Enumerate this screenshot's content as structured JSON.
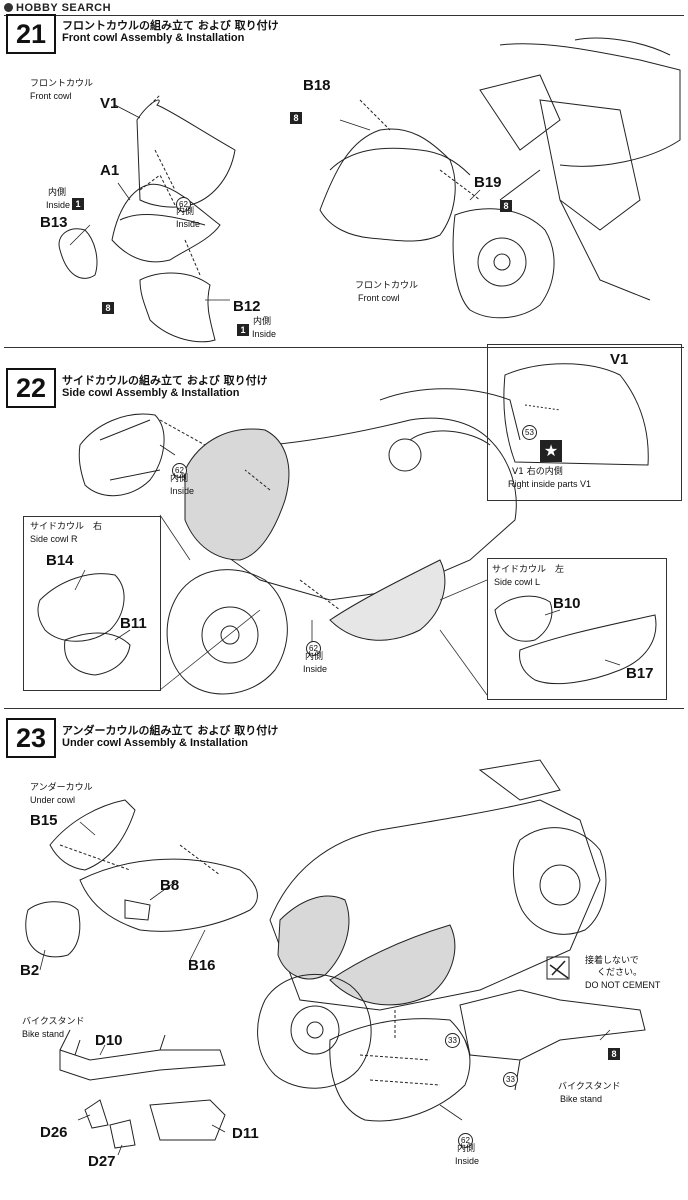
{
  "logo": {
    "text": "HOBBY SEARCH"
  },
  "steps": [
    {
      "number": "21",
      "title_jp": "フロントカウルの組み立て および 取り付け",
      "title_en": "Front cowl Assembly & Installation"
    },
    {
      "number": "22",
      "title_jp": "サイドカウルの組み立て および 取り付け",
      "title_en": "Side cowl Assembly & Installation"
    },
    {
      "number": "23",
      "title_jp": "アンダーカウルの組み立て および 取り付け",
      "title_en": "Under cowl Assembly & Installation"
    }
  ],
  "step21": {
    "front_cowl_jp": "フロントカウル",
    "front_cowl_en": "Front cowl",
    "parts": {
      "v1": "V1",
      "a1": "A1",
      "b13": "B13",
      "b12": "B12",
      "b18": "B18",
      "b19": "B19"
    },
    "inside_jp": "内側",
    "inside_en": "Inside",
    "sq1": "1",
    "sq8": "8",
    "circ62": "62",
    "front_cowl_jp_2": "フロントカウル",
    "front_cowl_en_2": "Front cowl"
  },
  "step22": {
    "inset_v1": {
      "part": "V1",
      "circ": "53",
      "label_jp": "V1 右の内側",
      "label_en": "Right inside parts V1"
    },
    "side_cowl_r": {
      "jp": "サイドカウル　右",
      "en": "Side cowl R",
      "parts": [
        "B14",
        "B11"
      ]
    },
    "side_cowl_l": {
      "jp": "サイドカウル　左",
      "en": "Side cowl L",
      "parts": [
        "B10",
        "B17"
      ]
    },
    "inside_jp": "内側",
    "inside_en": "Inside",
    "circ62": "62"
  },
  "step23": {
    "under_cowl_jp": "アンダーカウル",
    "under_cowl_en": "Under cowl",
    "parts": {
      "b15": "B15",
      "b8": "B8",
      "b2": "B2",
      "b16": "B16"
    },
    "bike_stand_jp": "バイクスタンド",
    "bike_stand_en": "Bike stand",
    "stand_parts": {
      "d10": "D10",
      "d26": "D26",
      "d27": "D27",
      "d11": "D11"
    },
    "no_cement_jp": "接着しないで\nください。",
    "no_cement_jp_1": "接着しないで",
    "no_cement_jp_2": "ください。",
    "no_cement_en": "DO NOT CEMENT",
    "circ33": "33",
    "sq8": "8",
    "bike_stand_jp_2": "バイクスタンド",
    "bike_stand_en_2": "Bike stand",
    "circ62": "62",
    "inside_jp": "内側",
    "inside_en": "Inside"
  }
}
